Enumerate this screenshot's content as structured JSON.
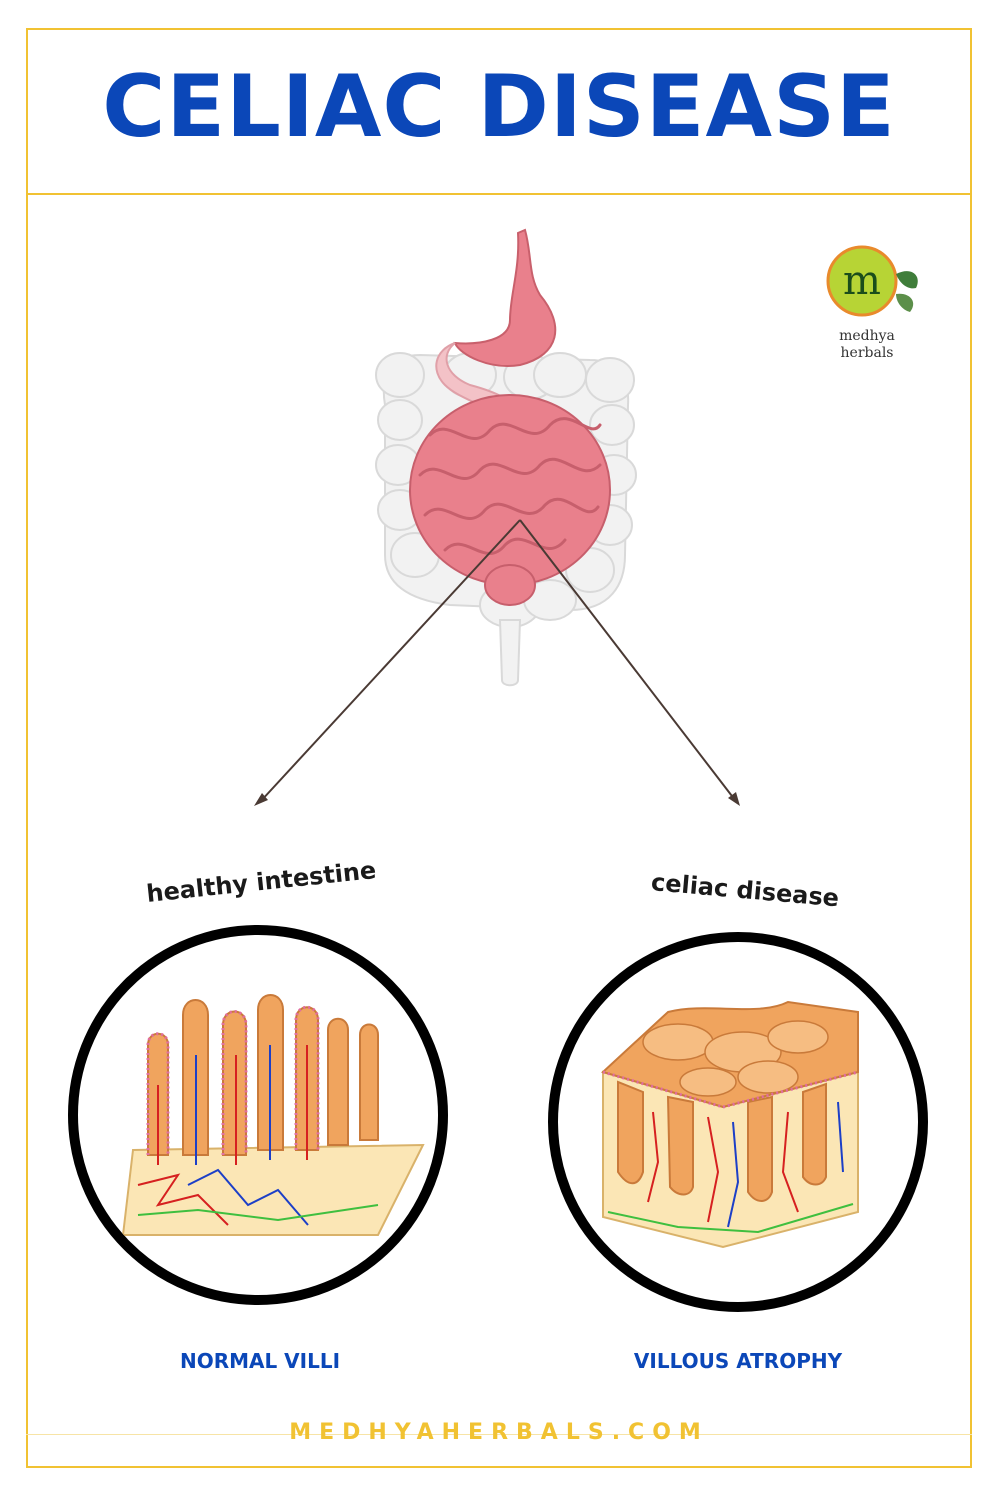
{
  "title": "CELIAC DISEASE",
  "logo": {
    "letter": "m",
    "line1": "medhya",
    "line2": "herbals"
  },
  "panels": {
    "left": {
      "heading": "healthy intestine",
      "caption": "NORMAL VILLI"
    },
    "right": {
      "heading": "celiac disease",
      "caption": "VILLOUS ATROPHY"
    }
  },
  "footer": "MEDHYAHERBALS.COM",
  "colors": {
    "title": "#0b47b8",
    "accent": "#f1c232",
    "caption": "#0b47b8",
    "intestine_pink": "#e9808c",
    "colon_white": "#f2f2f2",
    "villi_orange": "#f0a45e",
    "logo_green": "#b7d435"
  }
}
